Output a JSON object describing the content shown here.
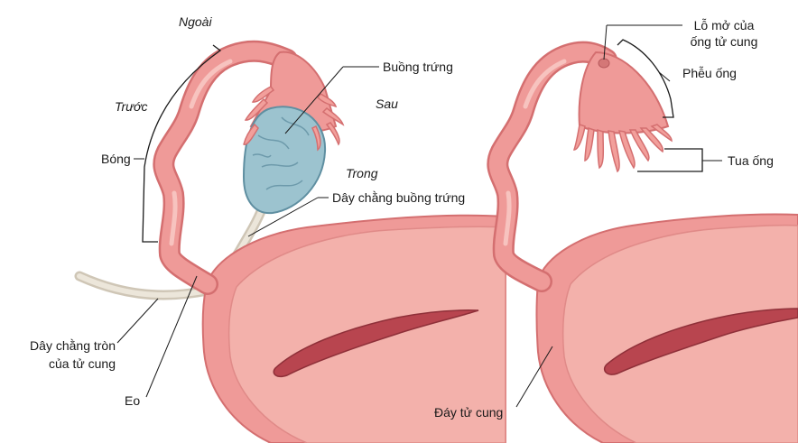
{
  "colors": {
    "tissue": "#ef9a98",
    "tissue_dark": "#d46f70",
    "tissue_light": "#f7c3bf",
    "uterus_inner": "#f3b1ab",
    "cavity": "#b8454f",
    "ovary": "#9cc3cf",
    "ovary_dark": "#5f8fa1",
    "ligament": "#d9d2c4",
    "line": "#1a1a1a"
  },
  "left_panel": {
    "orient_outer": "Ngoài",
    "orient_front": "Trước",
    "orient_back": "Sau",
    "orient_inner": "Trong",
    "ampulla": "Bóng",
    "ovary": "Buồng trứng",
    "ovarian_ligament": "Dây chằng buồng trứng",
    "round_ligament_line1": "Dây chằng tròn",
    "round_ligament_line2": "của tử cung",
    "isthmus": "Eo"
  },
  "right_panel": {
    "ostium_line1": "Lỗ mở của",
    "ostium_line2": "ống tử cung",
    "infundibulum": "Phễu ống",
    "fimbriae": "Tua ống",
    "fundus": "Đáy tử cung"
  }
}
